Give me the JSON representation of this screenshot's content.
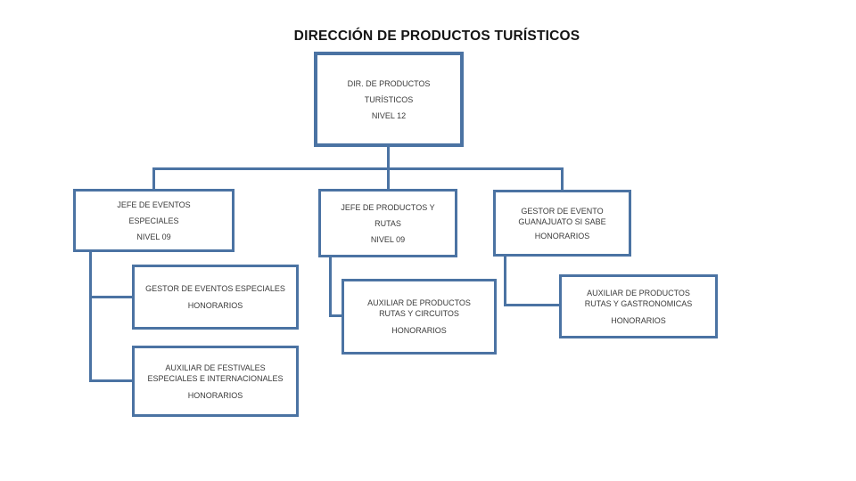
{
  "title": "DIRECCIÓN DE PRODUCTOS TURÍSTICOS",
  "colors": {
    "accent": "#4b73a3",
    "text": "#3a3a3a",
    "title_text": "#141414",
    "background": "#ffffff"
  },
  "nodes": {
    "root": {
      "lines": [
        "DIR. DE PRODUCTOS",
        "TURÍSTICOS",
        "NIVEL 12"
      ]
    },
    "jefe_eventos_especiales": {
      "lines": [
        "JEFE DE EVENTOS",
        "ESPECIALES",
        "NIVEL 09"
      ]
    },
    "jefe_productos_rutas": {
      "lines": [
        "JEFE DE PRODUCTOS Y",
        "RUTAS",
        "NIVEL 09"
      ]
    },
    "gestor_evento_guanajuato": {
      "lines": [
        "GESTOR DE EVENTO",
        "GUANAJUATO SI SABE",
        "HONORARIOS"
      ]
    },
    "gestor_eventos_especiales": {
      "lines": [
        "GESTOR DE EVENTOS ESPECIALES",
        "HONORARIOS"
      ]
    },
    "auxiliar_festivales": {
      "lines": [
        "AUXILIAR DE FESTIVALES",
        "ESPECIALES E INTERNACIONALES",
        "HONORARIOS"
      ]
    },
    "auxiliar_rutas_circuitos": {
      "lines": [
        "AUXILIAR DE PRODUCTOS",
        "RUTAS Y CIRCUITOS",
        "HONORARIOS"
      ]
    },
    "auxiliar_rutas_gastronomicas": {
      "lines": [
        "AUXILIAR DE PRODUCTOS",
        "RUTAS Y GASTRONOMICAS",
        "HONORARIOS"
      ]
    }
  }
}
